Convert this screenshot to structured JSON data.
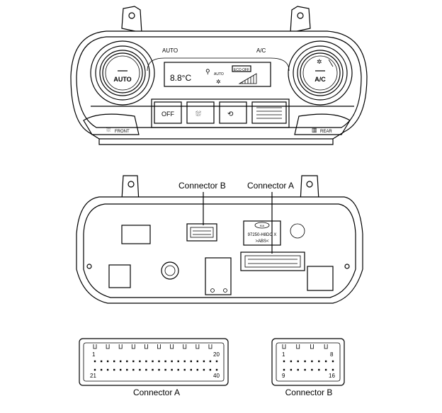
{
  "front_panel": {
    "display_auto": "AUTO",
    "knob_left_label": "AUTO",
    "knob_right_label": "A/C",
    "display_ac": "A/C",
    "display_eco_badge": "ECO OFF",
    "display_temp": "8.8°C",
    "display_auto_fan": "AUTO",
    "button_off": "OFF",
    "button_front": "FRONT",
    "button_rear": "REAR"
  },
  "rear_view": {
    "label_connector_b": "Connector B",
    "label_connector_a": "Connector A",
    "part_number": "97250-H8DC X",
    "material_code": ">ABS<"
  },
  "connector_a": {
    "caption": "Connector A",
    "pin_first": "1",
    "pin_last_top": "20",
    "pin_first_bottom": "21",
    "pin_last_bottom": "40"
  },
  "connector_b": {
    "caption": "Connector B",
    "pin_first": "1",
    "pin_last_top": "8",
    "pin_first_bottom": "9",
    "pin_last_bottom": "16"
  }
}
